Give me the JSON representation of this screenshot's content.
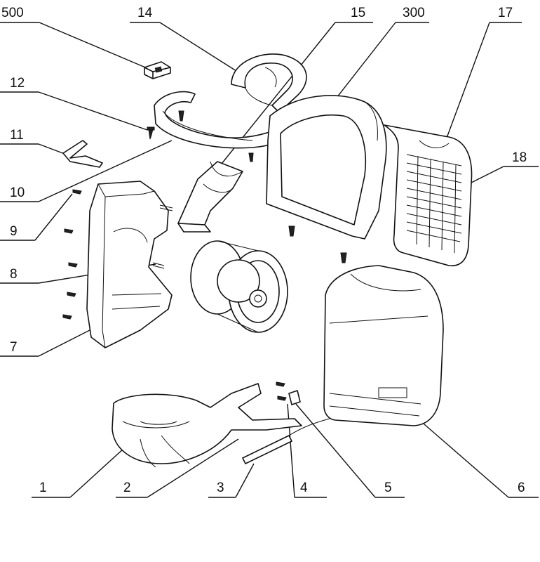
{
  "diagram": {
    "callouts": [
      {
        "id": "500",
        "label": "500"
      },
      {
        "id": "14",
        "label": "14"
      },
      {
        "id": "15",
        "label": "15"
      },
      {
        "id": "300",
        "label": "300"
      },
      {
        "id": "17",
        "label": "17"
      },
      {
        "id": "12",
        "label": "12"
      },
      {
        "id": "11",
        "label": "11"
      },
      {
        "id": "10",
        "label": "10"
      },
      {
        "id": "18",
        "label": "18"
      },
      {
        "id": "9",
        "label": "9"
      },
      {
        "id": "8",
        "label": "8"
      },
      {
        "id": "7",
        "label": "7"
      },
      {
        "id": "1",
        "label": "1"
      },
      {
        "id": "2",
        "label": "2"
      },
      {
        "id": "3",
        "label": "3"
      },
      {
        "id": "4",
        "label": "4"
      },
      {
        "id": "5",
        "label": "5"
      },
      {
        "id": "6",
        "label": "6"
      }
    ],
    "colors": {
      "ink": "#111111",
      "paper": "#ffffff"
    }
  }
}
